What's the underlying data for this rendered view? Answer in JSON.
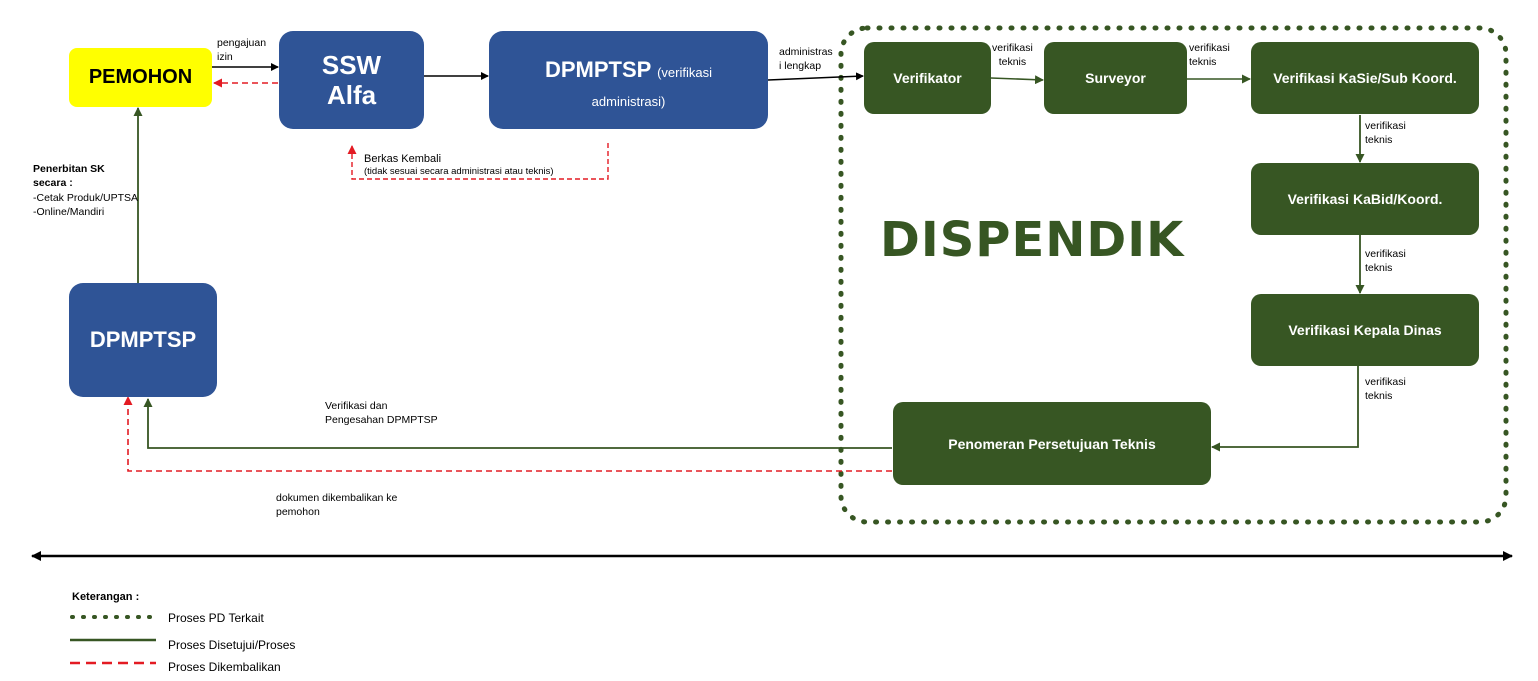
{
  "nodes": {
    "pemohon": "PEMOHON",
    "ssw_line1": "SSW",
    "ssw_line2": "Alfa",
    "dpmptsp_admin_main": "DPMPTSP",
    "dpmptsp_admin_sub": "(verifikasi administrasi)",
    "dpmptsp": "DPMPTSP",
    "verifikator": "Verifikator",
    "surveyor": "Surveyor",
    "kasie": "Verifikasi KaSie/Sub Koord.",
    "kabid": "Verifikasi KaBid/Koord.",
    "kepala_dinas": "Verifikasi Kepala Dinas",
    "penomeran": "Penomeran Persetujuan Teknis"
  },
  "region_title": "DISPENDIK",
  "edge_labels": {
    "pengajuan": "pengajuan\nizin",
    "administrasi": "administras\ni lengkap",
    "verifikasi_teknis": "verifikasi\nteknis",
    "berkas_kembali": "Berkas Kembali",
    "berkas_kembali_note": "(tidak sesuai secara administrasi atau teknis)",
    "penerbitan_title": "Penerbitan SK\nsecara :",
    "penerbitan_items": "-Cetak Produk/UPTSA\n-Online/Mandiri",
    "verifikasi_pengesahan": "Verifikasi dan\nPengesahan DPMPTSP",
    "dokumen_kembali": "dokumen dikembalikan ke\npemohon"
  },
  "legend": {
    "title": "Keterangan :",
    "dotted": "Proses PD Terkait",
    "solid": "Proses Disetujui/Proses",
    "dashed": "Proses Dikembalikan"
  },
  "colors": {
    "green": "#375623",
    "blue": "#2f5496",
    "yellow": "#ffff00",
    "red": "#e31b23"
  }
}
